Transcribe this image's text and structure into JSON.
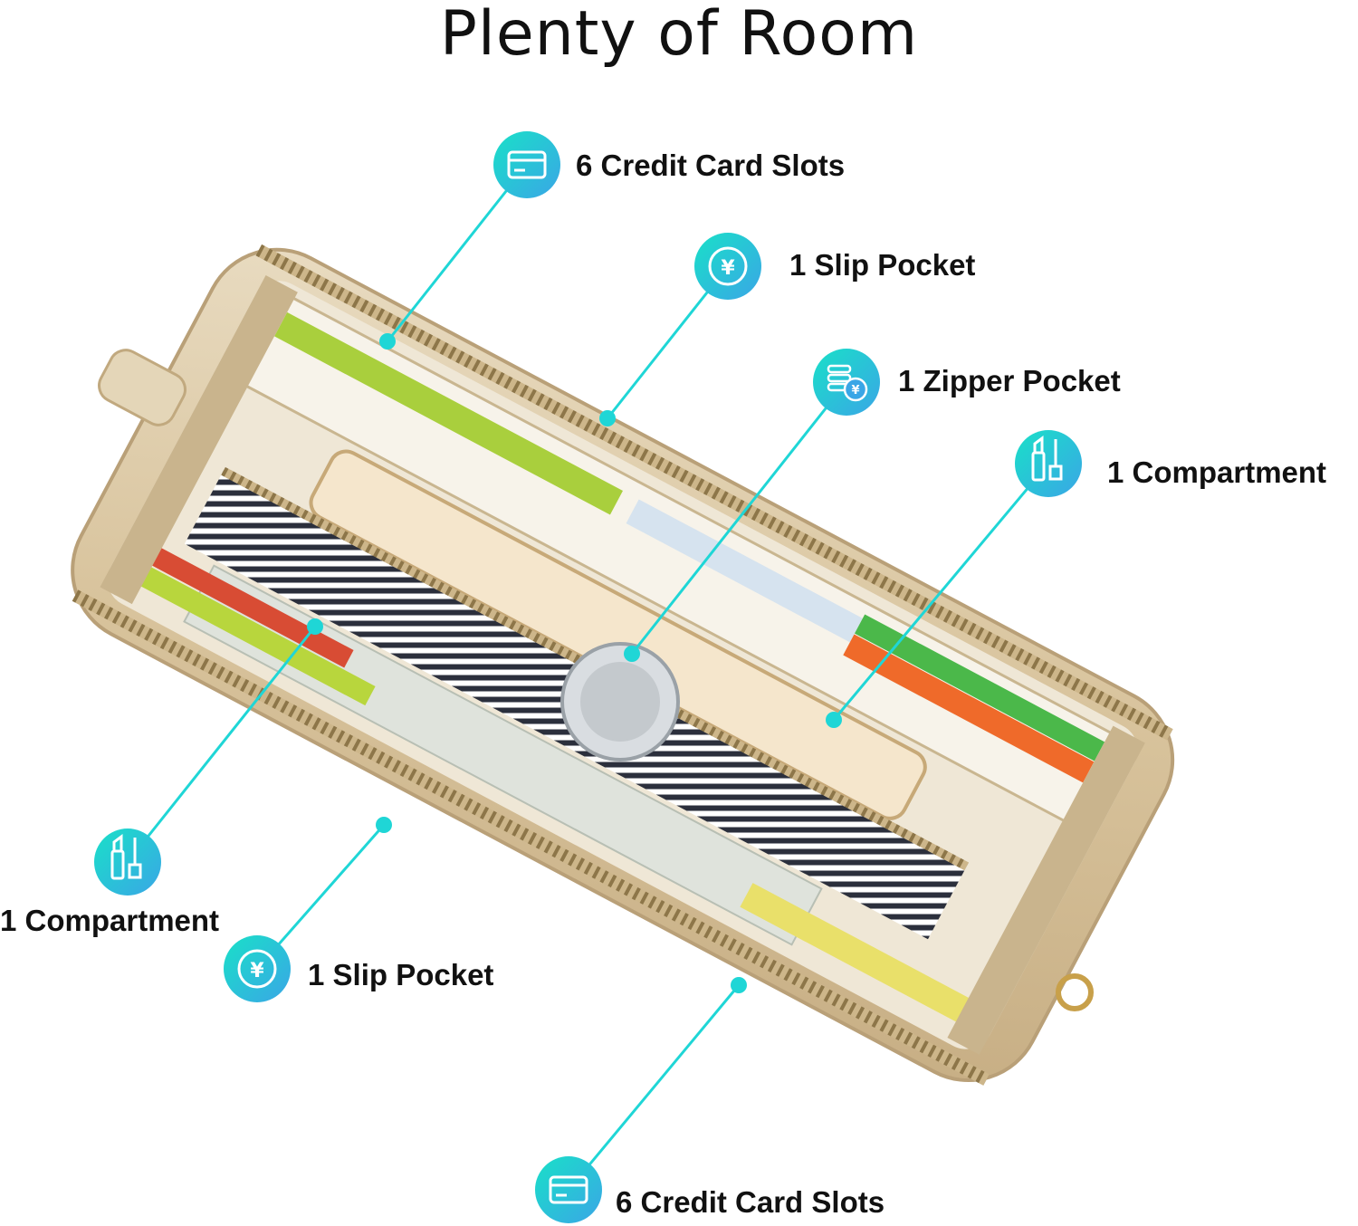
{
  "title": "Plenty of Room",
  "accent_colors": {
    "leader_line": "#1fd6d6",
    "icon_from": "#19e0c8",
    "icon_to": "#3aa6e6"
  },
  "callouts": [
    {
      "label": "6 Credit Card Slots",
      "icon": "credit-card-icon"
    },
    {
      "label": "1 Slip Pocket",
      "icon": "yen-coin-icon"
    },
    {
      "label": "1 Zipper Pocket",
      "icon": "coins-icon"
    },
    {
      "label": "1 Compartment",
      "icon": "lipstick-icon"
    },
    {
      "label": "1 Compartment",
      "icon": "lipstick-icon"
    },
    {
      "label": "1 Slip Pocket",
      "icon": "yen-coin-icon"
    },
    {
      "label": "6 Credit Card Slots",
      "icon": "credit-card-icon"
    }
  ]
}
